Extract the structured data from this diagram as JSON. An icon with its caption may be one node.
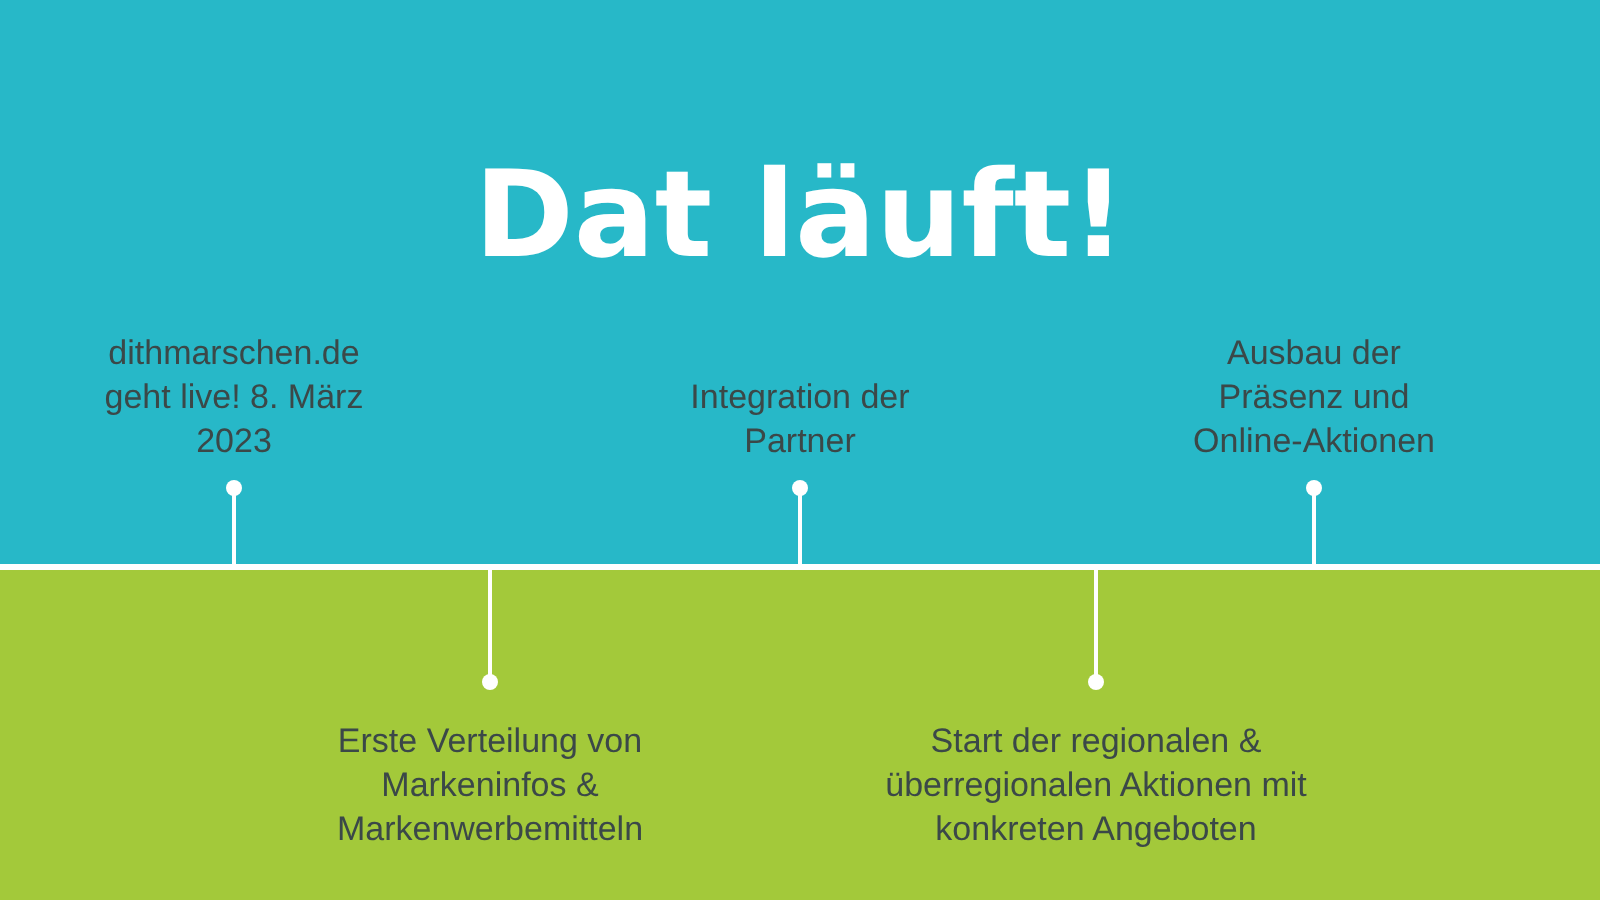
{
  "diagram": {
    "title": "Dat läuft!",
    "nodes": [
      {
        "text": [],
        "shape": "bar"
      },
      {
        "text": [
          "dithmarschen.de geht live! 8. März 2023"
        ]
      },
      {
        "text": [
          "Erste Verteilung von Markeninfos & Markenwerbemitteln"
        ]
      },
      {
        "text": [
          "Integration der Partner"
        ]
      },
      {
        "text": [
          "Start der regionalen & überregionalen Aktionen mit konkreten Angeboten"
        ]
      },
      {
        "text": [
          "Ausbau der Präsenz und Online-Aktionen"
        ]
      }
    ],
    "edges": [
      {
        "from": 1,
        "to": 0,
        "arrow": "other"
      },
      {
        "from": 2,
        "to": 0,
        "arrow": "other"
      },
      {
        "from": 3,
        "to": 0,
        "arrow": "other"
      },
      {
        "from": 4,
        "to": 0,
        "arrow": "other"
      },
      {
        "from": 5,
        "to": 0,
        "arrow": "other"
      }
    ]
  }
}
